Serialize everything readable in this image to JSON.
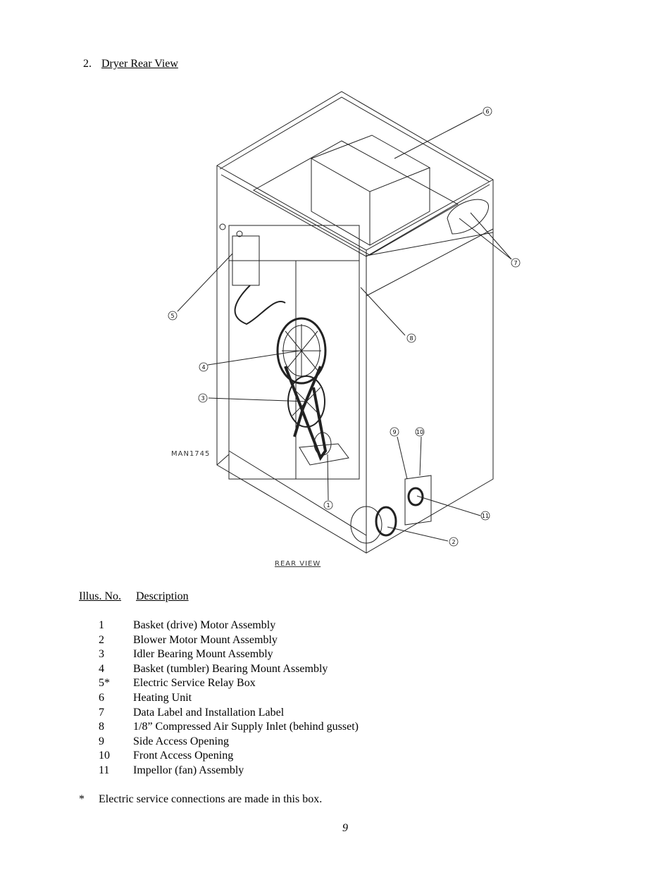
{
  "heading": {
    "number": "2.",
    "title": "Dryer Rear View"
  },
  "figure": {
    "drawing_code": "MAN1745",
    "caption": "REAR VIEW",
    "callouts": [
      "1",
      "2",
      "3",
      "4",
      "5",
      "6",
      "7",
      "8",
      "9",
      "10",
      "11"
    ]
  },
  "legend": {
    "col1_header": "Illus. No.",
    "col2_header": "Description",
    "items": [
      {
        "num": "1",
        "desc": "Basket (drive) Motor Assembly"
      },
      {
        "num": "2",
        "desc": "Blower Motor Mount Assembly"
      },
      {
        "num": "3",
        "desc": "Idler Bearing Mount Assembly"
      },
      {
        "num": "4",
        "desc": "Basket (tumbler) Bearing Mount Assembly"
      },
      {
        "num": "5*",
        "desc": "Electric Service Relay Box"
      },
      {
        "num": "6",
        "desc": "Heating Unit"
      },
      {
        "num": "7",
        "desc": "Data Label and Installation Label"
      },
      {
        "num": "8",
        "desc": "1/8” Compressed Air Supply Inlet (behind gusset)"
      },
      {
        "num": "9",
        "desc": "Side Access Opening"
      },
      {
        "num": "10",
        "desc": "Front Access Opening"
      },
      {
        "num": "11",
        "desc": "Impellor (fan) Assembly"
      }
    ]
  },
  "note": {
    "marker": "*",
    "text": "Electric service connections are made in this box."
  },
  "page_number": "9"
}
